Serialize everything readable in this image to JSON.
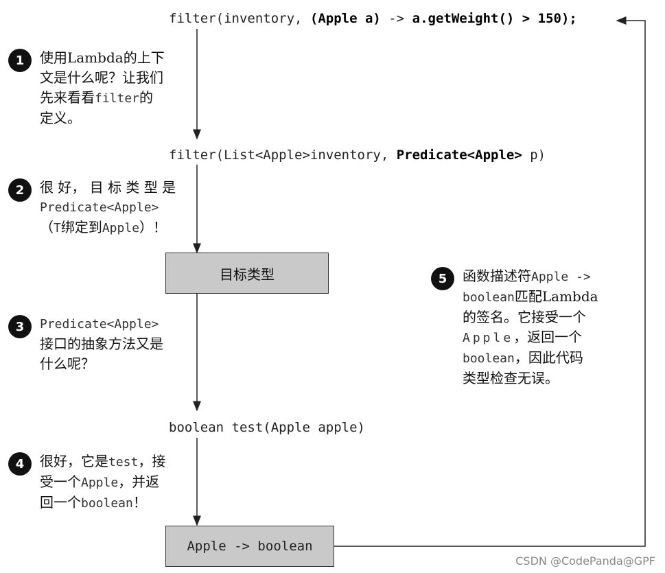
{
  "code_lines": {
    "line1": {
      "plain1": "filter(inventory, ",
      "bold1": "(Apple a)",
      "plain2": " -> ",
      "bold2": "a.getWeight() > 150);"
    },
    "line2": {
      "plain1": "filter(List<Apple>inventory, ",
      "bold1": "Predicate<Apple>",
      "plain2": " p)"
    },
    "line3": "boolean test(Apple apple)"
  },
  "boxes": {
    "target_type": "目标类型",
    "signature": "Apple -> boolean"
  },
  "steps": [
    {
      "number": "1",
      "t1": "使用Lambda的上下",
      "t2": "文是什么呢？让我们",
      "t3a": "先来看看",
      "t3m": "filter",
      "t3b": "的",
      "t4": "定义。"
    },
    {
      "number": "2",
      "t1": "很 好， 目 标 类 型 是",
      "t2m": "Predicate<Apple>",
      "t3a": "（",
      "t3m": "T",
      "t3b": "绑定到",
      "t3m2": "Apple",
      "t3c": "）！"
    },
    {
      "number": "3",
      "t1m": "Predicate<Apple>",
      "t2": "接口的抽象方法又是",
      "t3": "什么呢？"
    },
    {
      "number": "4",
      "t1a": "很好，它是",
      "t1m": "test",
      "t1b": "，接",
      "t2a": "受一个",
      "t2m": "Apple",
      "t2b": "，并返",
      "t3a": "回一个",
      "t3m": "boolean",
      "t3b": "！"
    },
    {
      "number": "5",
      "t1a": "函数描述符",
      "t1m": "Apple ->",
      "t2m": "boolean",
      "t2b": "匹配Lambda",
      "t3": "的签名。它接受一个",
      "t4m": "Apple",
      "t4b": "，返回一个",
      "t5m": "boolean",
      "t5b": "，因此代码",
      "t6": "类型检查无误。"
    }
  ],
  "watermark": "CSDN @CodePanda@GPF",
  "colors": {
    "box_fill": "#c9c9c9",
    "badge_fill": "#111111",
    "line": "#222222"
  }
}
